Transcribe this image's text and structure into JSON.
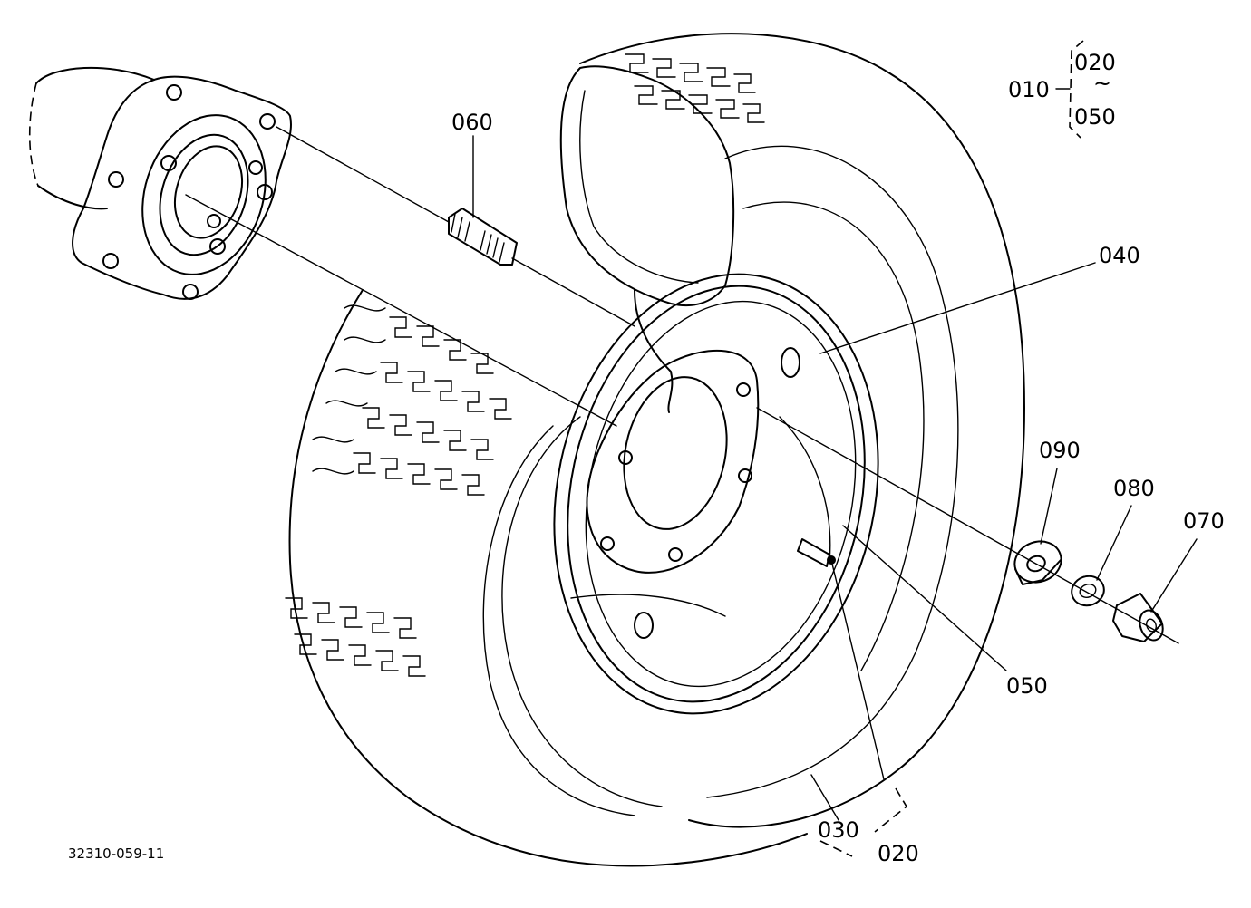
{
  "labels": {
    "p010": "010",
    "p020_top": "020",
    "tilde": "~",
    "p050_top": "050",
    "p060": "060",
    "p040": "040",
    "p090": "090",
    "p080": "080",
    "p070": "070",
    "p050": "050",
    "p030": "030",
    "p020_bottom": "020"
  },
  "drawing_code": "32310-059-11"
}
